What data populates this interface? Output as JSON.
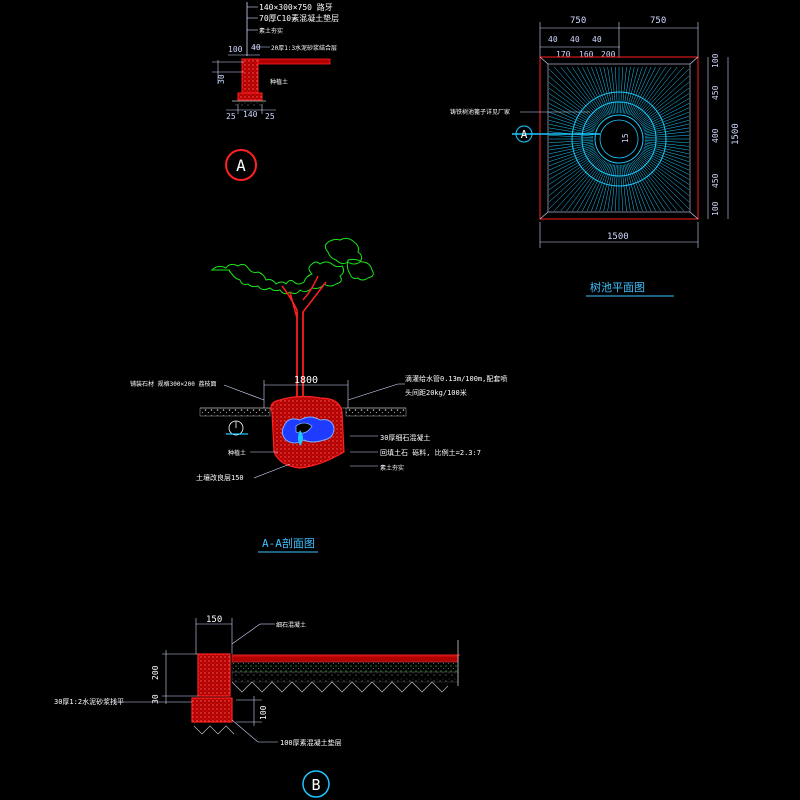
{
  "colors": {
    "background": "#000000",
    "dimension": "#cfd8ff",
    "annotation": "#ffffff",
    "red": "#ff2020",
    "cyan": "#19c8ff",
    "green": "#19e619",
    "blue": "#1f3bff",
    "title_cyan": "#3fc0ff",
    "title_yellow": "#ffff40"
  },
  "detail_a": {
    "notes": [
      "140×300×750 路牙",
      "70厚C10素混凝土垫层",
      "素土夯实",
      "20厚1:3水泥砂浆结合层"
    ],
    "note_left": "种植土",
    "dim_100": "100",
    "dim_40": "40",
    "dim_30": "30",
    "dim_25_left": "25",
    "dim_140": "140",
    "dim_25_right": "25",
    "marker": "A"
  },
  "plan": {
    "top_dims": [
      "750",
      "750"
    ],
    "sub_dims": [
      "40",
      "40",
      "40"
    ],
    "sub_dims2": [
      "170",
      "160",
      "200"
    ],
    "right_dims": [
      "100",
      "450",
      "400",
      "450",
      "100"
    ],
    "right_total": "1500",
    "bottom_total": "1500",
    "center_label": "15",
    "label_grate": "铸铁树池篦子详见厂家",
    "section_marker": "A",
    "title": "树池平面图"
  },
  "section": {
    "width_dim": "1800",
    "left_note": "铺装石材 规格300×200 荔枝面",
    "right_note_1": "滴灌给水管0.13m/100m,配套喷",
    "right_note_2": "头间距20kg/100米",
    "right_note_3": "30厚细石混凝土",
    "right_note_4": "回填土石 砾料, 比例土=2.3:7",
    "right_note_5": "素土夯实",
    "soil_note": "种植土",
    "bottom_note": "土壤改良层150",
    "marker": "A",
    "title": "A-A剖面图"
  },
  "detail_b": {
    "dim_150": "150",
    "dim_200": "200",
    "dim_30": "30",
    "dim_100": "100",
    "note_top": "细石混凝土",
    "note_left": "30厚1:2水泥砂浆找平",
    "note_bottom": "100厚素混凝土垫层",
    "marker": "B"
  }
}
